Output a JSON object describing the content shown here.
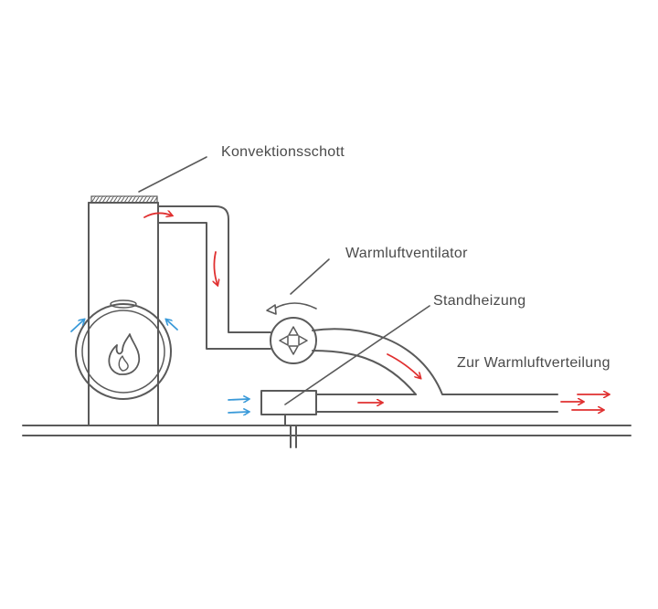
{
  "labels": {
    "convection_baffle": "Konvektionsschott",
    "warm_air_fan": "Warmluftventilator",
    "auxiliary_heater": "Standheizung",
    "to_distribution": "Zur Warmluftverteilung"
  },
  "colors": {
    "line": "#5a5a5a",
    "warm_air": "#e03030",
    "cold_air": "#3a9ad9",
    "text": "#4a4a4a"
  },
  "icons": [
    "flame-icon",
    "fan-icon",
    "rotation-arrow-icon"
  ]
}
